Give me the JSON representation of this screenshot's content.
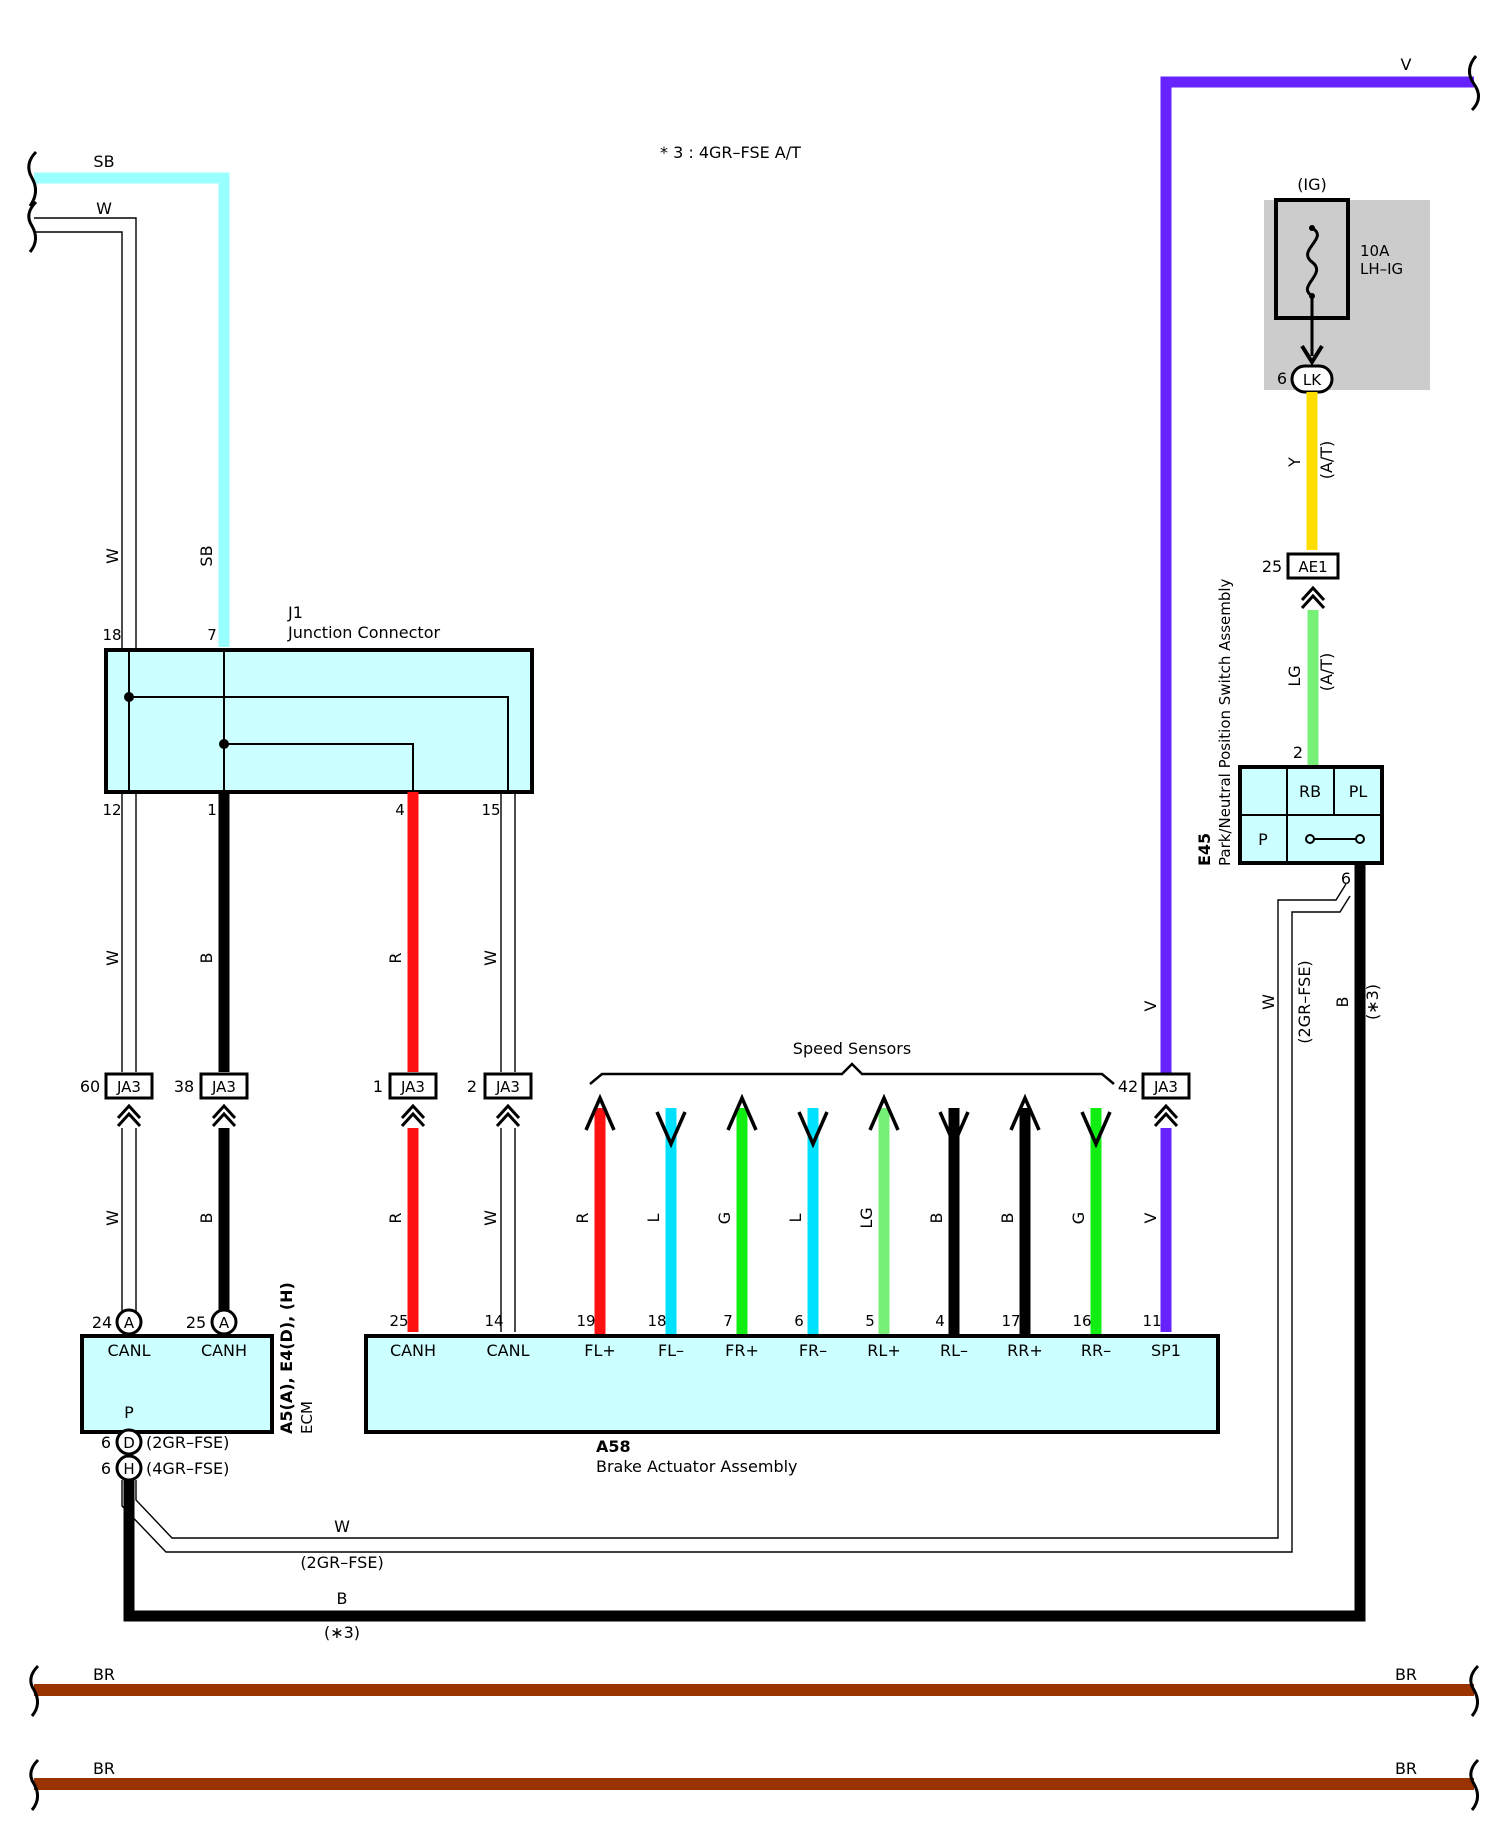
{
  "note": "* 3 : 4GR–FSE A/T",
  "colors": {
    "SB": "#99ffff",
    "V": "#6622ff",
    "Y": "#ffdd00",
    "LG": "#77f077",
    "R": "#ff1111",
    "L": "#00e0ff",
    "G": "#11ee11",
    "B": "#000000",
    "W": "#ffffff",
    "BR": "#993300",
    "box": "#ccffff",
    "fusebg": "#cccccc"
  },
  "components": {
    "j1": {
      "code": "J1",
      "name": "Junction Connector",
      "pins": {
        "p18": "18",
        "p7": "7",
        "p12": "12",
        "p1": "1",
        "p4": "4",
        "p15": "15"
      }
    },
    "ecm": {
      "code": "A5(A), E4(D), (H)",
      "name": "ECM",
      "pin_canl": "CANL",
      "pin_canh": "CANH",
      "pin_p": "P"
    },
    "a58": {
      "code": "A58",
      "name": "Brake Actuator Assembly",
      "pins": [
        {
          "num": "25",
          "label": "CANH"
        },
        {
          "num": "14",
          "label": "CANL"
        },
        {
          "num": "19",
          "label": "FL+"
        },
        {
          "num": "18",
          "label": "FL–"
        },
        {
          "num": "7",
          "label": "FR+"
        },
        {
          "num": "6",
          "label": "FR–"
        },
        {
          "num": "5",
          "label": "RL+"
        },
        {
          "num": "4",
          "label": "RL–"
        },
        {
          "num": "17",
          "label": "RR+"
        },
        {
          "num": "16",
          "label": "RR–"
        },
        {
          "num": "11",
          "label": "SP1"
        }
      ]
    },
    "e45": {
      "code": "E45",
      "name": "Park/Neutral Position Switch Assembly",
      "rb": "RB",
      "pl": "PL",
      "p": "P",
      "pin2": "2",
      "pin6": "6"
    },
    "fuse": {
      "group": "(IG)",
      "rating": "10A",
      "name": "LH–IG",
      "conn": "LK",
      "pin": "6"
    }
  },
  "connectors": {
    "ja3_60": {
      "num": "60",
      "name": "JA3"
    },
    "ja3_38": {
      "num": "38",
      "name": "JA3"
    },
    "ja3_1": {
      "num": "1",
      "name": "JA3"
    },
    "ja3_2": {
      "num": "2",
      "name": "JA3"
    },
    "ja3_42": {
      "num": "42",
      "name": "JA3"
    },
    "ae1": {
      "num": "25",
      "name": "AE1"
    },
    "ecm_a24": {
      "num": "24",
      "letter": "A"
    },
    "ecm_a25": {
      "num": "25",
      "letter": "A"
    },
    "ecm_d6": {
      "num": "6",
      "letter": "D",
      "variant": "(2GR–FSE)"
    },
    "ecm_h6": {
      "num": "6",
      "letter": "H",
      "variant": "(4GR–FSE)"
    }
  },
  "speed_sensors_label": "Speed Sensors",
  "sensor_wires": [
    "R",
    "L",
    "G",
    "L",
    "LG",
    "B",
    "B",
    "G"
  ],
  "wire_labels": {
    "sb": "SB",
    "w": "W",
    "b": "B",
    "r": "R",
    "v": "V",
    "y": "Y",
    "lg": "LG",
    "br": "BR",
    "at": "(A/T)",
    "gr2": "(2GR–FSE)",
    "star3": "(∗3)"
  }
}
